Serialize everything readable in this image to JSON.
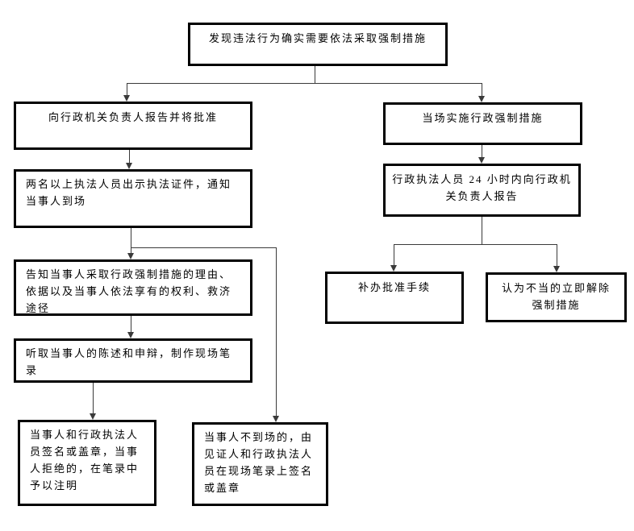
{
  "diagram": {
    "type": "flowchart",
    "colors": {
      "background": "#ffffff",
      "box_border": "#000000",
      "box_fill": "#ffffff",
      "text": "#000000",
      "connector": "#3a3a3a"
    },
    "nodes": {
      "start": {
        "text": "发现违法行为确实需要依法采取强制措施"
      },
      "left1": {
        "text": "向行政机关负责人报告并将批准"
      },
      "left2": {
        "text": "两名以上执法人员出示执法证件，通知当事人到场"
      },
      "left3": {
        "text": "告知当事人采取行政强制措施的理由、依据以及当事人依法享有的权利、救济途径"
      },
      "left4": {
        "text": "听取当事人的陈述和申辩，制作现场笔录"
      },
      "bottom_left": {
        "text": "当事人和行政执法人员签名或盖章，当事人拒绝的，在笔录中予以注明"
      },
      "bottom_middle": {
        "text": "当事人不到场的，由见证人和行政执法人员在现场笔录上签名或盖章"
      },
      "right1": {
        "text": "当场实施行政强制措施"
      },
      "right2": {
        "text": "行政执法人员 24 小时内向行政机关负责人报告"
      },
      "right3": {
        "text": "补办批准手续"
      },
      "right4": {
        "text": "认为不当的立即解除强制措施"
      }
    },
    "edges": [
      {
        "from": "start",
        "to": "left1"
      },
      {
        "from": "start",
        "to": "right1"
      },
      {
        "from": "left1",
        "to": "left2"
      },
      {
        "from": "left2",
        "to": "left3"
      },
      {
        "from": "left2",
        "to": "bottom_middle"
      },
      {
        "from": "left3",
        "to": "left4"
      },
      {
        "from": "left4",
        "to": "bottom_left"
      },
      {
        "from": "right1",
        "to": "right2"
      },
      {
        "from": "right2",
        "to": "right3"
      },
      {
        "from": "right2",
        "to": "right4"
      }
    ]
  }
}
